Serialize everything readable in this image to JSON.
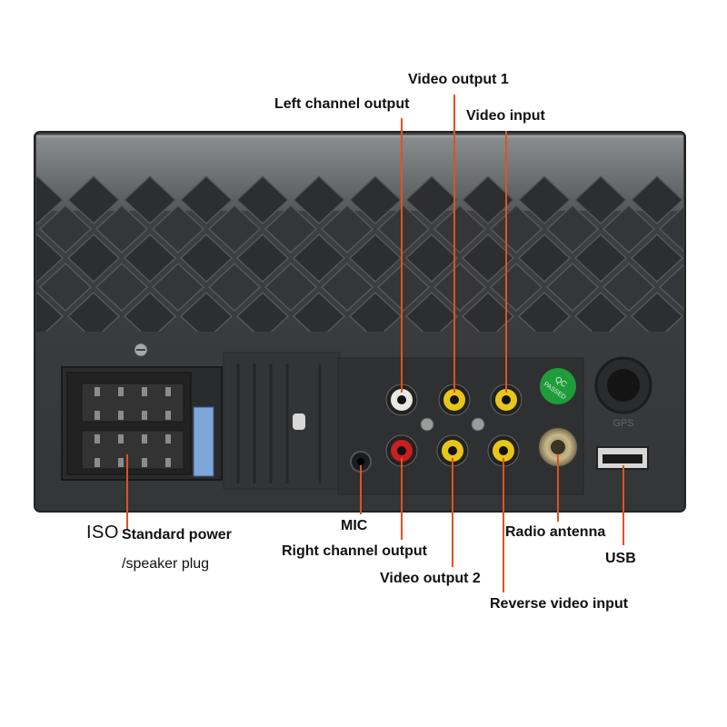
{
  "labels": {
    "left_channel_output": "Left channel output",
    "video_output_1": "Video output 1",
    "video_input": "Video input",
    "iso": "ISO",
    "standard_power": "Standard power",
    "speaker_plug": "/speaker plug",
    "mic": "MIC",
    "right_channel_output": "Right channel output",
    "video_output_2": "Video output 2",
    "radio_antenna": "Radio antenna",
    "usb": "USB",
    "reverse_video_input": "Reverse video input"
  },
  "panel_marks": {
    "qc_line1": "QC",
    "qc_line2": "PASSED",
    "gps": "GPS"
  },
  "colors": {
    "leader_line": "#e0531b",
    "housing_top": "#6b6e70",
    "housing_body": "#3c3e40",
    "rca_yellow": "#e8c619",
    "rca_red": "#c8201f",
    "rca_white": "#e9e9e4",
    "qc_badge": "#1f9d3a",
    "fuse_blue": "#7fa6d8"
  }
}
